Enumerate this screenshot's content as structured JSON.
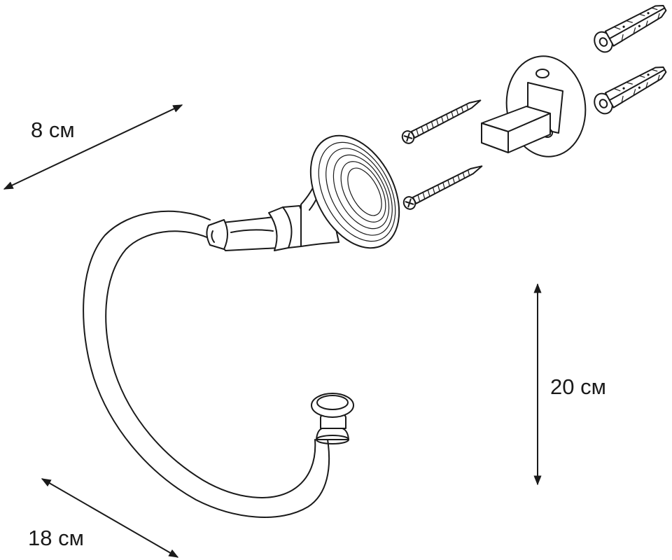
{
  "dimensions": {
    "width_label": "8 см",
    "height_label": "20 см",
    "length_label": "18 см"
  },
  "parts": {
    "ring": "towel-ring-icon",
    "base": "wall-base-rosette-icon",
    "mounting_plate": "mounting-plate-icon",
    "screws": [
      "screw-icon",
      "screw-icon"
    ],
    "dowels": [
      "wall-plug-icon",
      "wall-plug-icon"
    ]
  },
  "colors": {
    "line": "#1a1a1a",
    "background": "#ffffff"
  }
}
